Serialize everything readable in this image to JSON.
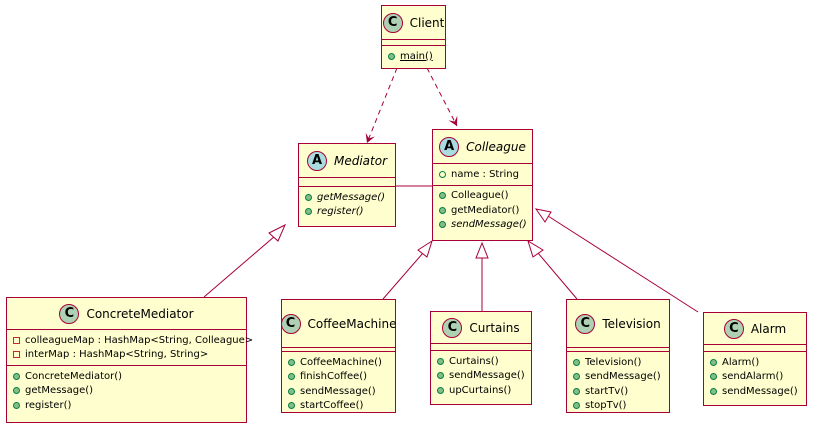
{
  "classes": {
    "client": {
      "badge": "C",
      "name": "Client",
      "fields": [],
      "methods": [
        "main()"
      ]
    },
    "mediator": {
      "badge": "A",
      "name": "Mediator",
      "fields": [],
      "methods": [
        "getMessage()",
        "register()"
      ]
    },
    "colleague": {
      "badge": "A",
      "name": "Colleague",
      "fields": [
        "name : String"
      ],
      "methods": [
        "Colleague()",
        "getMediator()",
        "sendMessage()"
      ]
    },
    "concrete_mediator": {
      "badge": "C",
      "name": "ConcreteMediator",
      "fields": [
        "colleagueMap : HashMap<String, Colleague>",
        "interMap : HashMap<String, String>"
      ],
      "methods": [
        "ConcreteMediator()",
        "getMessage()",
        "register()"
      ]
    },
    "coffee_machine": {
      "badge": "C",
      "name": "CoffeeMachine",
      "fields": [],
      "methods": [
        "CoffeeMachine()",
        "finishCoffee()",
        "sendMessage()",
        "startCoffee()"
      ]
    },
    "curtains": {
      "badge": "C",
      "name": "Curtains",
      "fields": [],
      "methods": [
        "Curtains()",
        "sendMessage()",
        "upCurtains()"
      ]
    },
    "television": {
      "badge": "C",
      "name": "Television",
      "fields": [],
      "methods": [
        "Television()",
        "sendMessage()",
        "startTv()",
        "stopTv()"
      ]
    },
    "alarm": {
      "badge": "C",
      "name": "Alarm",
      "fields": [],
      "methods": [
        "Alarm()",
        "sendAlarm()",
        "sendMessage()"
      ]
    }
  },
  "colors": {
    "class_fill": "#FEFECE",
    "border": "#A80036",
    "class_badge": "#ADD1B2",
    "abstract_badge": "#A9DCDF",
    "public_icon": "#84BE84",
    "private_icon": "#C82930"
  }
}
